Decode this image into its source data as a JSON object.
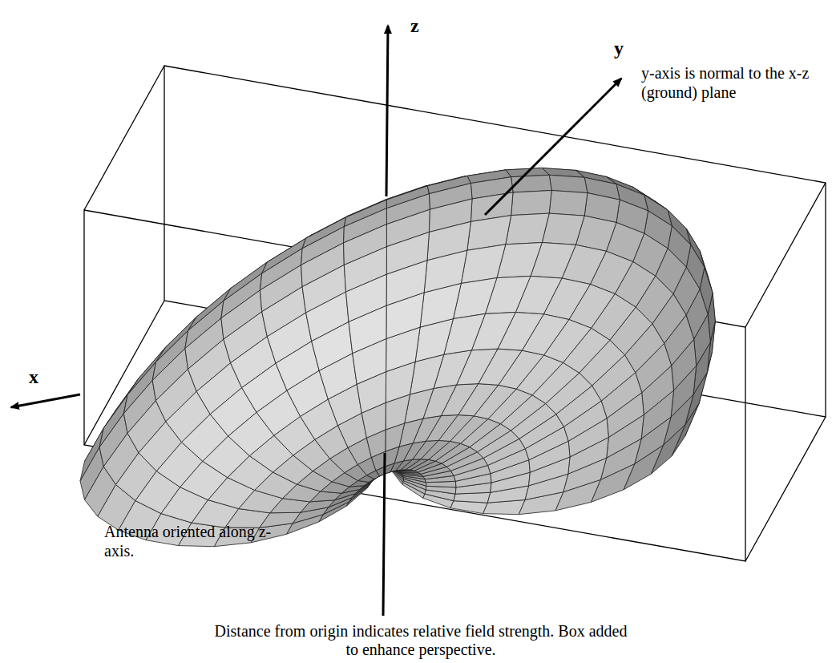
{
  "diagram": {
    "caption": "Distance from origin indicates relative field strength. Box added to enhance perspective.",
    "labels": [
      "z",
      "y",
      "y-axis is normal to the x-z (ground) plane",
      "x",
      "Antenna oriented along z-axis."
    ]
  }
}
